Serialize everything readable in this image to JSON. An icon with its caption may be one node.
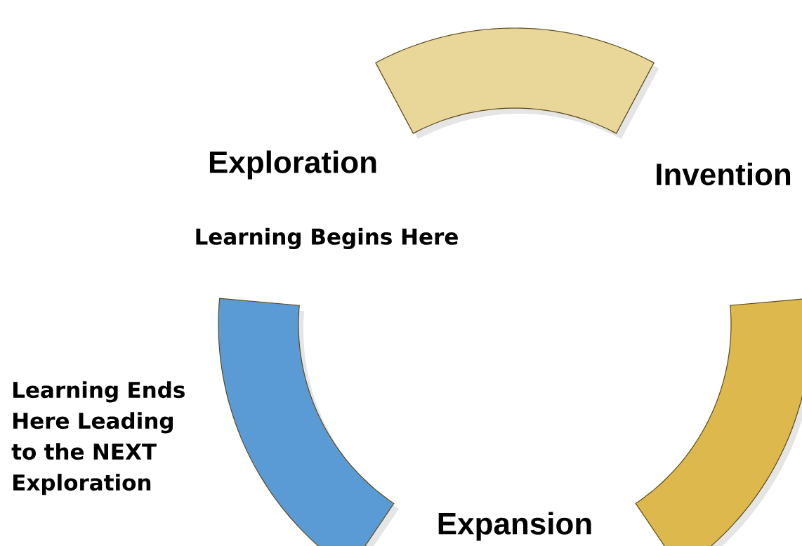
{
  "diagram": {
    "nodes": [
      {
        "text": [],
        "shape": "arc"
      },
      {
        "text": [],
        "shape": "arc"
      },
      {
        "text": [],
        "shape": "arc"
      }
    ],
    "labels": [
      "Exploration",
      "Invention",
      "Learning Begins Here",
      "Learning Ends Here Leading to the NEXT Exploration",
      "Expansion"
    ]
  }
}
